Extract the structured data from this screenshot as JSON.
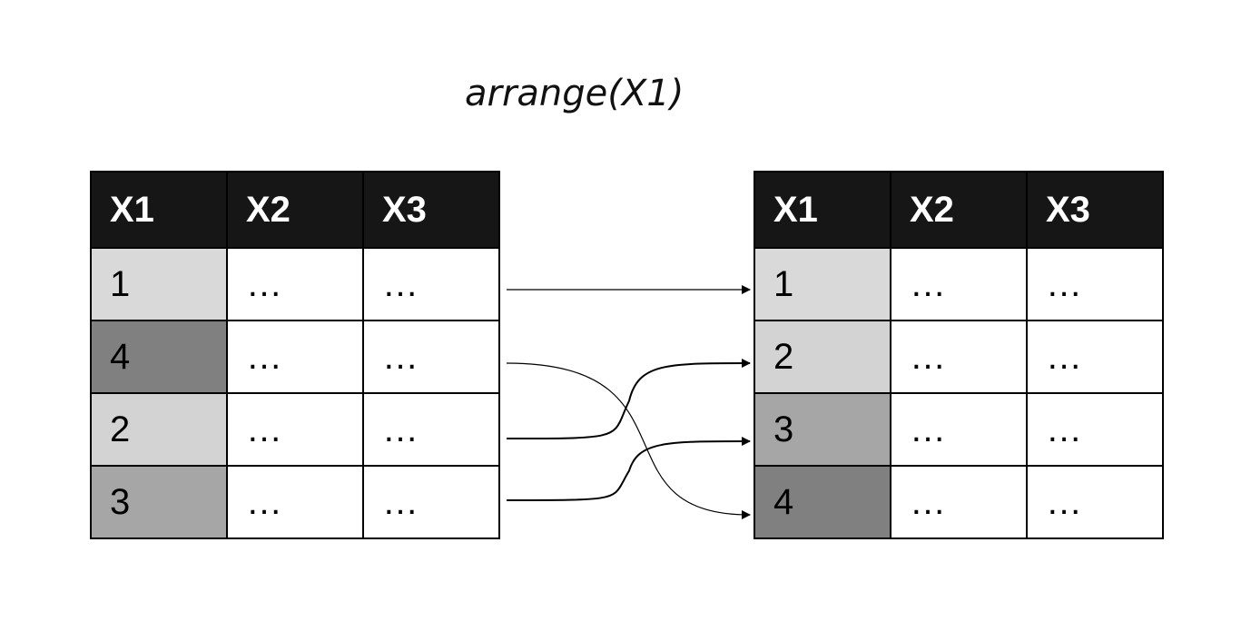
{
  "title": "arrange(X1)",
  "left_table": {
    "headers": [
      "X1",
      "X2",
      "X3"
    ],
    "rows": [
      [
        "1",
        "…",
        "…"
      ],
      [
        "4",
        "…",
        "…"
      ],
      [
        "2",
        "…",
        "…"
      ],
      [
        "3",
        "…",
        "…"
      ]
    ]
  },
  "right_table": {
    "headers": [
      "X1",
      "X2",
      "X3"
    ],
    "rows": [
      [
        "1",
        "…",
        "…"
      ],
      [
        "2",
        "…",
        "…"
      ],
      [
        "3",
        "…",
        "…"
      ],
      [
        "4",
        "…",
        "…"
      ]
    ]
  },
  "key_colors": {
    "1": "#d9d9d9",
    "2": "#d3d3d3",
    "3": "#a6a6a6",
    "4": "#808080"
  },
  "header_color": "#161616",
  "mappings": [
    {
      "from_row": 1,
      "to_row": 1
    },
    {
      "from_row": 2,
      "to_row": 4
    },
    {
      "from_row": 3,
      "to_row": 2
    },
    {
      "from_row": 4,
      "to_row": 3
    }
  ]
}
